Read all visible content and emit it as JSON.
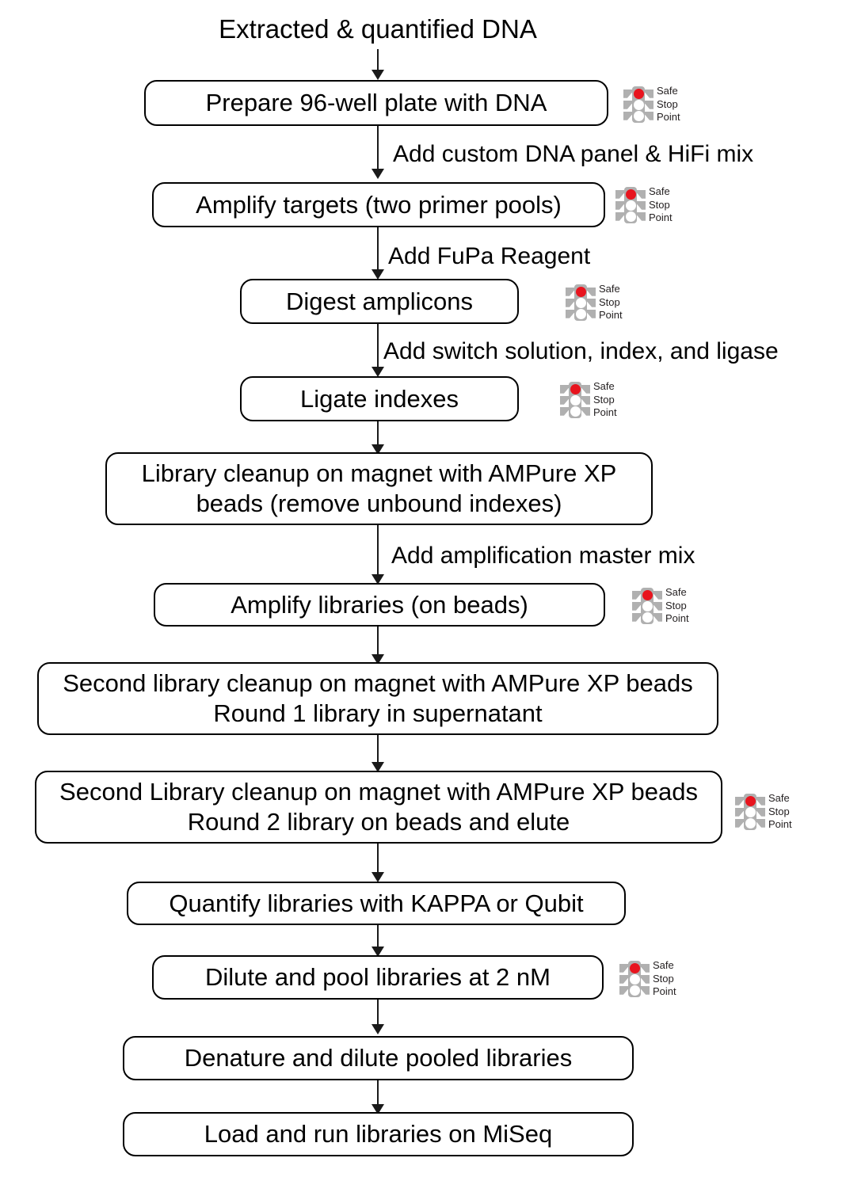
{
  "diagram": {
    "title": "Extracted & quantified DNA",
    "type": "flowchart",
    "orientation": "top-to-bottom",
    "colors": {
      "box_border": "#000000",
      "box_fill": "#ffffff",
      "connector": "#1a1a1a",
      "stoplight_housing": "#b0b0b0",
      "stoplight_red": "#e8141e",
      "text": "#000000"
    },
    "badge": {
      "name": "safe-stop-point",
      "line1": "Safe",
      "line2": "Stop",
      "line3": "Point"
    },
    "nodes": [
      {
        "id": "n1",
        "label": "Prepare 96-well plate with DNA",
        "badge": true
      },
      {
        "id": "n2",
        "label": "Amplify targets (two primer pools)",
        "badge": true
      },
      {
        "id": "n3",
        "label": "Digest amplicons",
        "badge": true
      },
      {
        "id": "n4",
        "label": "Ligate indexes",
        "badge": true
      },
      {
        "id": "n5",
        "label": "Library cleanup on magnet with AMPure XP beads (remove unbound indexes)",
        "badge": false
      },
      {
        "id": "n6",
        "label": "Amplify libraries (on beads)",
        "badge": true
      },
      {
        "id": "n7",
        "label": "Second library cleanup on magnet with AMPure XP beads Round 1 library in supernatant",
        "badge": false
      },
      {
        "id": "n8",
        "label": "Second Library cleanup on magnet with AMPure XP beads Round 2 library on beads and elute",
        "badge": true
      },
      {
        "id": "n9",
        "label": "Quantify libraries with KAPPA or Qubit",
        "badge": false
      },
      {
        "id": "n10",
        "label": "Dilute and pool libraries at 2 nM",
        "badge": true
      },
      {
        "id": "n11",
        "label": "Denature and dilute pooled libraries",
        "badge": false
      },
      {
        "id": "n12",
        "label": "Load and run libraries on MiSeq",
        "badge": false
      }
    ],
    "edge_labels": [
      {
        "id": "e1",
        "label": "Add custom DNA panel & HiFi mix"
      },
      {
        "id": "e2",
        "label": "Add FuPa Reagent"
      },
      {
        "id": "e3",
        "label": "Add switch solution, index, and ligase"
      },
      {
        "id": "e4",
        "label": "Add amplification master mix"
      }
    ]
  }
}
